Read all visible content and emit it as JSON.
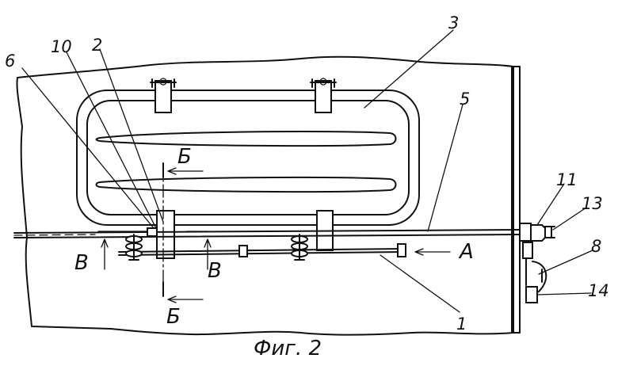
{
  "figure": {
    "caption": "Фиг. 2",
    "labels": {
      "n1": "1",
      "n2": "2",
      "n3": "3",
      "n5": "5",
      "n6": "6",
      "n8": "8",
      "n10": "10",
      "n11": "11",
      "n13": "13",
      "n14": "14"
    },
    "sections": {
      "b_top": "Б",
      "b_bottom": "Б",
      "v_left": "В",
      "v_right": "В",
      "a_view": "А"
    }
  }
}
